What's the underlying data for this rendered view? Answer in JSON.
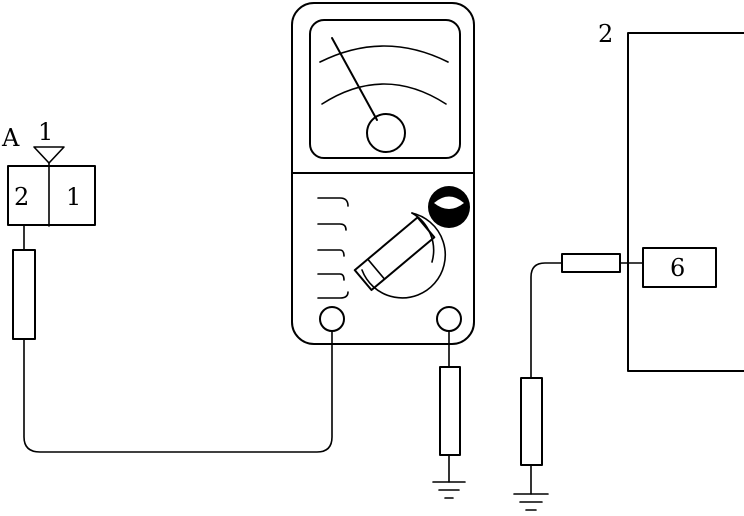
{
  "labels": {
    "a": "A",
    "one_top": "1",
    "two_box": "2",
    "one_box": "1",
    "two_panel": "2",
    "six": "6"
  },
  "colors": {
    "stroke": "#000000",
    "background": "#ffffff"
  }
}
